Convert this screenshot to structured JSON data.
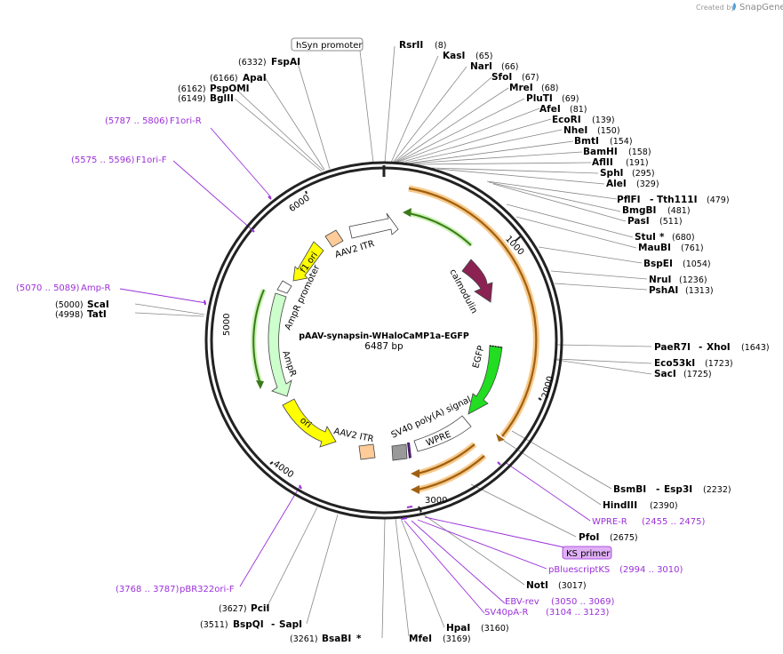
{
  "plasmid": {
    "name": "pAAV-synapsin-WHaloCaMP1a-EGFP",
    "size_label": "6487 bp"
  },
  "credit": {
    "prefix": "Created by",
    "brand": "SnapGene"
  },
  "ticks": [
    "1000",
    "2000",
    "3000",
    "4000",
    "5000",
    "6000"
  ],
  "features": {
    "aav2_itr_top": "AAV2 ITR",
    "f1_ori": "f1 ori",
    "ampr_promoter": "AmpR promoter",
    "ampr": "AmpR",
    "ori": "ori",
    "aav2_itr_bottom": "AAV2 ITR",
    "calmodulin": "calmodulin",
    "egfp": "EGFP",
    "sv40": "SV40 poly(A) signal",
    "wpre": "WPRE",
    "hsyn_promoter": "hSyn promoter"
  },
  "enzymes": {
    "rsrii": {
      "name": "RsrII",
      "pos": "(8)"
    },
    "kasi": {
      "name": "KasI",
      "pos": "(65)"
    },
    "nari": {
      "name": "NarI",
      "pos": "(66)"
    },
    "sfoi": {
      "name": "SfoI",
      "pos": "(67)"
    },
    "mrei": {
      "name": "MreI",
      "pos": "(68)"
    },
    "pluti": {
      "name": "PluTI",
      "pos": "(69)"
    },
    "afei": {
      "name": "AfeI",
      "pos": "(81)"
    },
    "ecori": {
      "name": "EcoRI",
      "pos": "(139)"
    },
    "nhei": {
      "name": "NheI",
      "pos": "(150)"
    },
    "bmti": {
      "name": "BmtI",
      "pos": "(154)"
    },
    "bamhi": {
      "name": "BamHI",
      "pos": "(158)"
    },
    "aflii": {
      "name": "AflII",
      "pos": "(191)"
    },
    "sphi": {
      "name": "SphI",
      "pos": "(295)"
    },
    "alei": {
      "name": "AleI",
      "pos": "(329)"
    },
    "pflfi": {
      "name": "PflFI",
      "sep": "-",
      "name2": "Tth111I",
      "pos": "(479)"
    },
    "bmgbi": {
      "name": "BmgBI",
      "pos": "(481)"
    },
    "pasi": {
      "name": "PasI",
      "pos": "(511)"
    },
    "stui": {
      "name": "StuI",
      "star": "*",
      "pos": "(680)"
    },
    "maubi": {
      "name": "MauBI",
      "pos": "(761)"
    },
    "bspei": {
      "name": "BspEI",
      "pos": "(1054)"
    },
    "nrui": {
      "name": "NruI",
      "pos": "(1236)"
    },
    "pshai": {
      "name": "PshAI",
      "pos": "(1313)"
    },
    "paer7i": {
      "name": "PaeR7I",
      "sep": "-",
      "name2": "XhoI",
      "pos": "(1643)"
    },
    "eco53ki": {
      "name": "Eco53kI",
      "pos": "(1723)"
    },
    "saci": {
      "name": "SacI",
      "pos": "(1725)"
    },
    "bsmbi": {
      "name": "BsmBI",
      "sep": "-",
      "name2": "Esp3I",
      "pos": "(2232)"
    },
    "hindiii": {
      "name": "HindIII",
      "pos": "(2390)"
    },
    "pfoi": {
      "name": "PfoI",
      "pos": "(2675)"
    },
    "noti": {
      "name": "NotI",
      "pos": "(3017)"
    },
    "hpai": {
      "name": "HpaI",
      "pos": "(3160)"
    },
    "mfei": {
      "name": "MfeI",
      "pos": "(3169)"
    },
    "bsabi": {
      "name": "BsaBI",
      "star": "*",
      "pos": "(3261)"
    },
    "bspqi": {
      "name": "BspQI",
      "sep": "-",
      "name2": "SapI",
      "pos": "(3511)"
    },
    "pcii": {
      "name": "PciI",
      "pos": "(3627)"
    },
    "tati": {
      "name": "TatI",
      "pos": "(4998)"
    },
    "scai": {
      "name": "ScaI",
      "pos": "(5000)"
    },
    "bglii": {
      "name": "BglII",
      "pos": "(6149)"
    },
    "pspomi": {
      "name": "PspOMI",
      "pos": "(6162)"
    },
    "apai": {
      "name": "ApaI",
      "pos": "(6166)"
    },
    "fspai": {
      "name": "FspAI",
      "pos": "(6332)"
    }
  },
  "primers": {
    "f1ori_r": {
      "name": "F1ori-R",
      "range": "(5787 .. 5806)"
    },
    "f1ori_f": {
      "name": "F1ori-F",
      "range": "(5575 .. 5596)"
    },
    "amp_r": {
      "name": "Amp-R",
      "range": "(5070 .. 5089)"
    },
    "wpre_r": {
      "name": "WPRE-R",
      "range": "(2455 .. 2475)"
    },
    "ks_primer": {
      "name": "KS primer"
    },
    "pbluescriptks": {
      "name": "pBluescriptKS",
      "range": "(2994 .. 3010)"
    },
    "ebv_rev": {
      "name": "EBV-rev",
      "range": "(3050 .. 3069)"
    },
    "sv40pa_r": {
      "name": "SV40pA-R",
      "range": "(3104 .. 3123)"
    },
    "pbr322ori_f": {
      "name": "pBR322ori-F",
      "range": "(3768 .. 3787)"
    }
  },
  "colors": {
    "backbone": "#222222",
    "orange": "#f0a030",
    "orange_dark": "#a06010",
    "green_light": "#b8f0a0",
    "green_dark": "#3a7a1a",
    "primer": "#9b30d9",
    "calmodulin": "#8b2252",
    "egfp": "#22dd22",
    "yellow": "#ffff00",
    "peach": "#ffcc99",
    "ampr": "#ccffcc",
    "gray": "#999999",
    "line": "#888888"
  }
}
